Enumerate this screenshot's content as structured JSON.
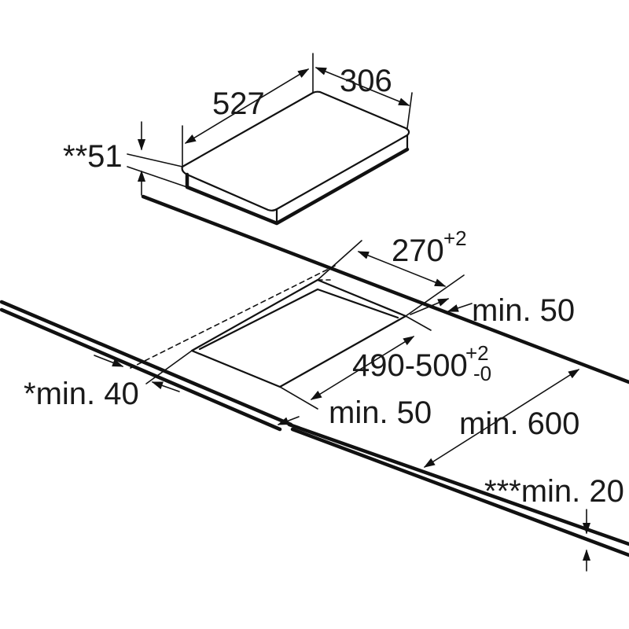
{
  "dimensions": {
    "width_label": "527",
    "depth_label": "306",
    "height_label": "**51",
    "cutout_width": "270",
    "cutout_width_tol": "+2",
    "cutout_length": "490-500",
    "cutout_length_tol_upper": "+2",
    "cutout_length_tol_lower": "-0",
    "min_back": "min. 50",
    "min_side": "*min. 40",
    "min_front": "min. 50",
    "min_depth": "min. 600",
    "min_thickness": "***min. 20"
  },
  "colors": {
    "line": "#111111",
    "text": "#1a1a1a",
    "background": "#ffffff"
  }
}
